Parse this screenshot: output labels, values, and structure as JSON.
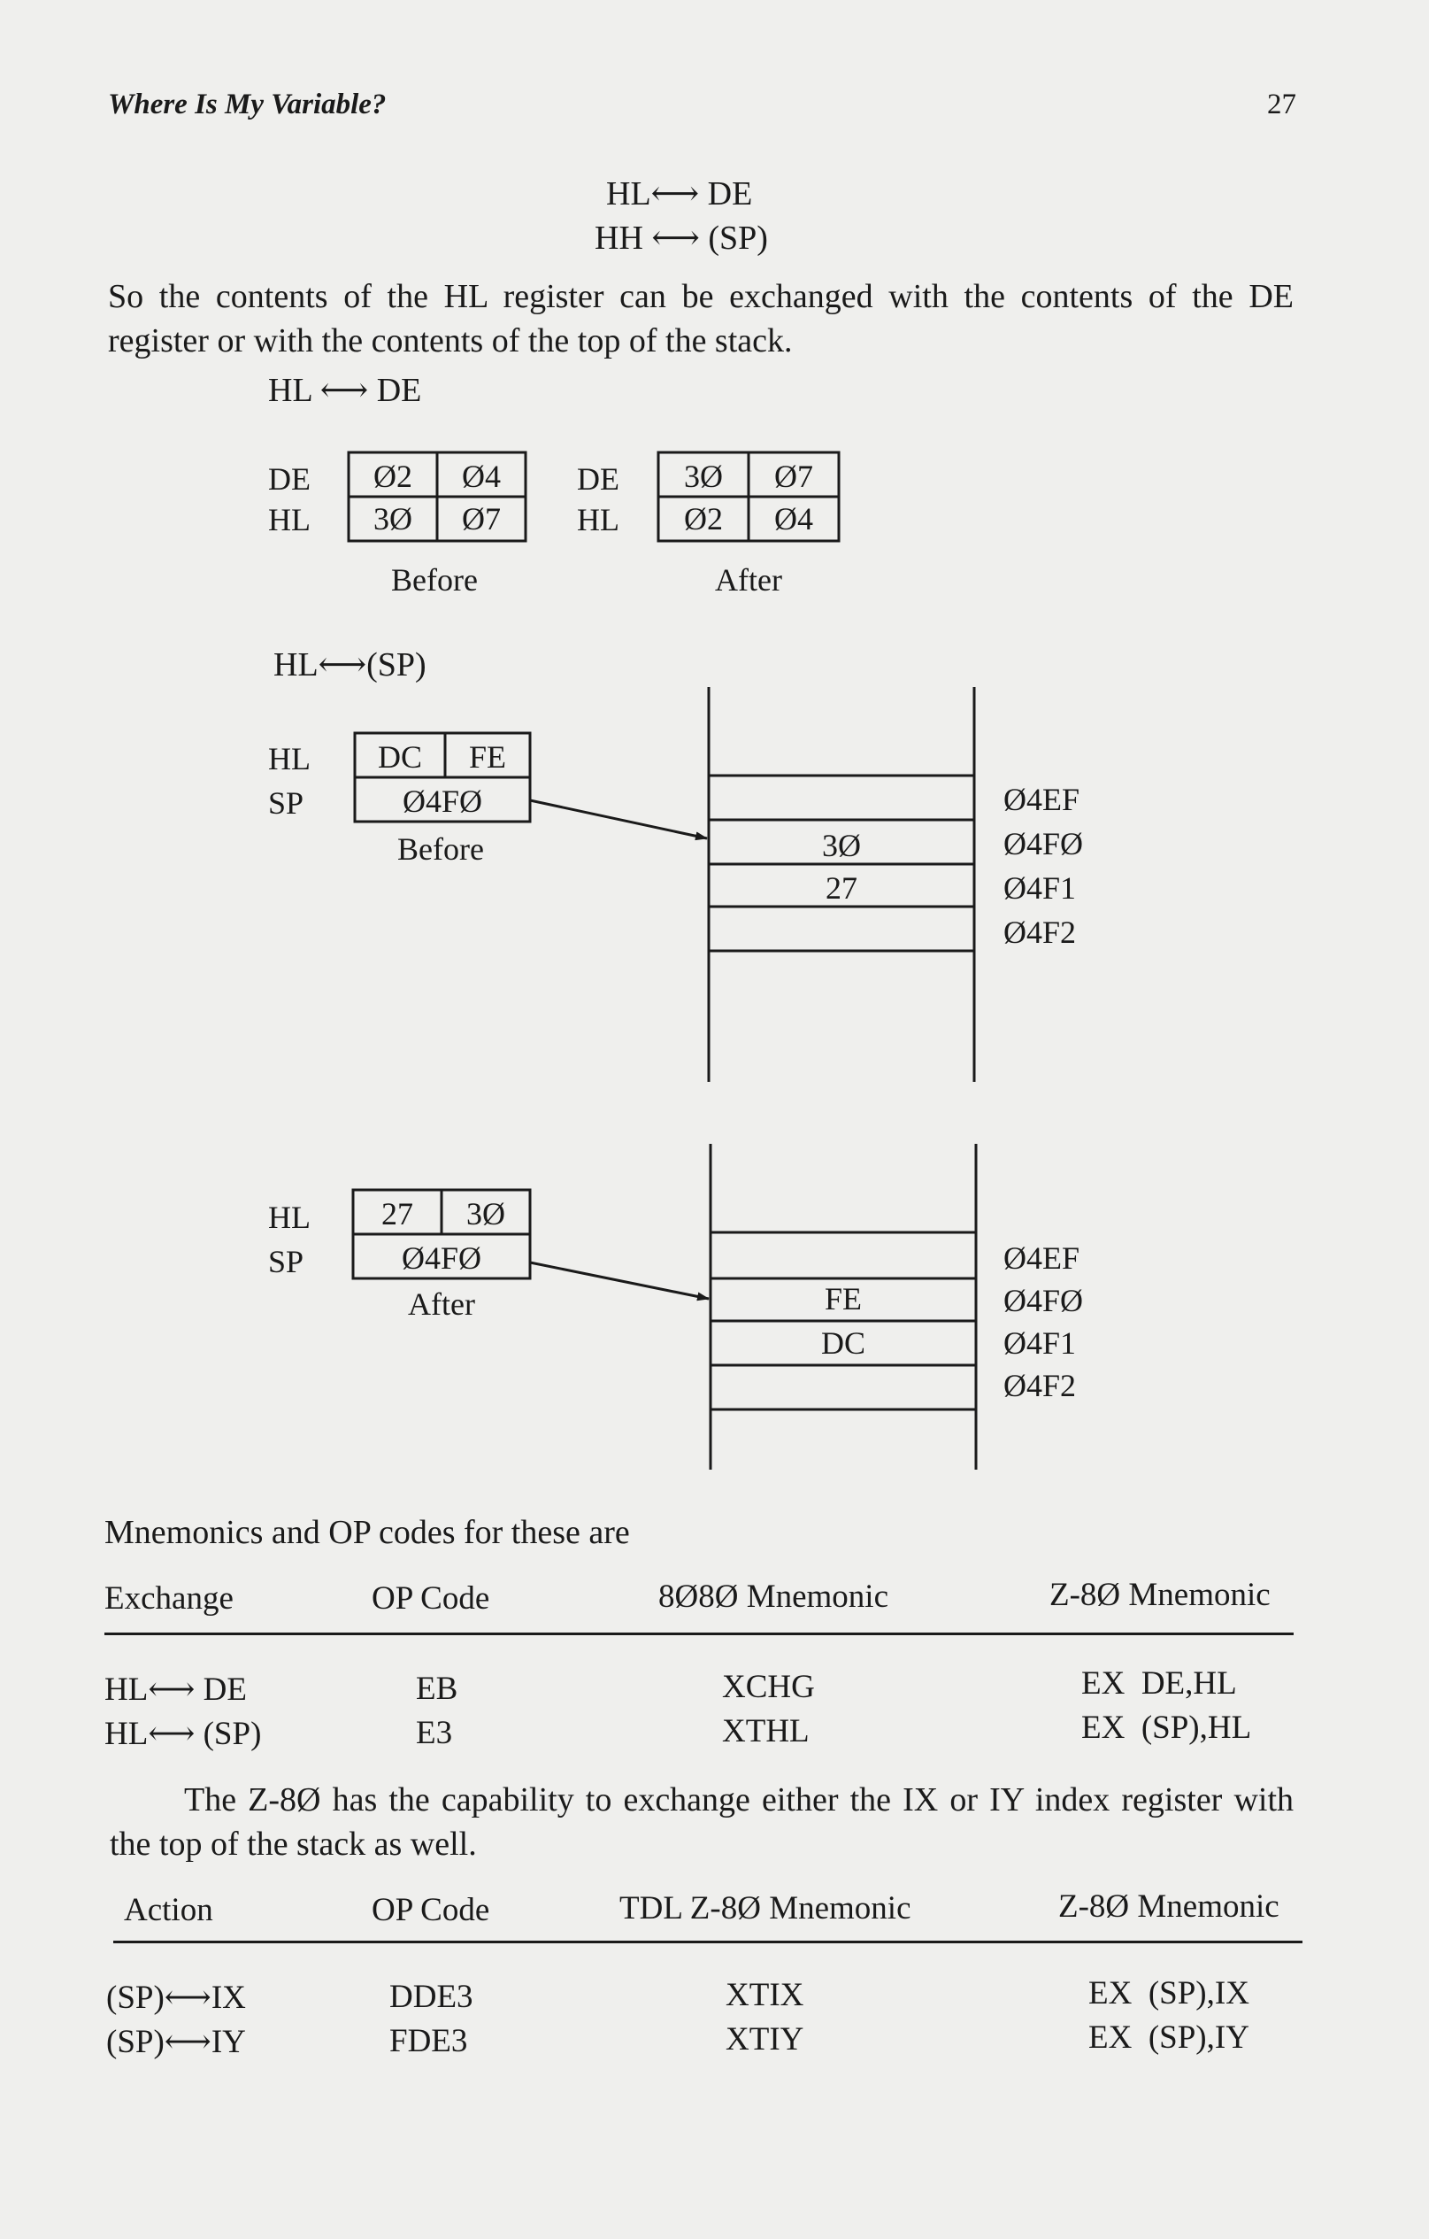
{
  "header": {
    "title": "Where Is My Variable?",
    "page_number": "27"
  },
  "intro_eqs": [
    "HL⟷ DE",
    "HH ⟷ (SP)"
  ],
  "paragraph1": "So the contents of the HL register can be exchanged with the contents of the DE register or with the contents of the top of the stack.",
  "exchange1": {
    "title": "HL ⟷ DE",
    "before": {
      "labels": [
        "DE",
        "HL"
      ],
      "cells": [
        [
          "Ø2",
          "Ø4"
        ],
        [
          "3Ø",
          "Ø7"
        ]
      ],
      "caption": "Before"
    },
    "after": {
      "labels": [
        "DE",
        "HL"
      ],
      "cells": [
        [
          "3Ø",
          "Ø7"
        ],
        [
          "Ø2",
          "Ø4"
        ]
      ],
      "caption": "After"
    }
  },
  "exchange2": {
    "title": "HL⟷(SP)",
    "before": {
      "labels": [
        "HL",
        "SP"
      ],
      "hl": [
        "DC",
        "FE"
      ],
      "sp": "Ø4FØ",
      "caption": "Before",
      "stack": [
        "",
        "3Ø",
        "27",
        ""
      ],
      "addresses": [
        "Ø4EF",
        "Ø4FØ",
        "Ø4F1",
        "Ø4F2"
      ]
    },
    "after": {
      "labels": [
        "HL",
        "SP"
      ],
      "hl": [
        "27",
        "3Ø"
      ],
      "sp": "Ø4FØ",
      "caption": "After",
      "stack": [
        "",
        "FE",
        "DC",
        ""
      ],
      "addresses": [
        "Ø4EF",
        "Ø4FØ",
        "Ø4F1",
        "Ø4F2"
      ]
    }
  },
  "paragraph2": "Mnemonics and OP codes for these are",
  "table1": {
    "headers": [
      "Exchange",
      "OP Code",
      "8Ø8Ø Mnemonic",
      "Z-8Ø Mnemonic"
    ],
    "rows": [
      [
        "HL⟷ DE",
        "EB",
        "XCHG",
        "EX  DE,HL"
      ],
      [
        "HL⟷ (SP)",
        "E3",
        "XTHL",
        "EX  (SP),HL"
      ]
    ]
  },
  "paragraph3": "The Z-8Ø has the capability to exchange either the IX or IY index register with the top of the stack as well.",
  "table2": {
    "headers": [
      "Action",
      "OP Code",
      "TDL Z-8Ø Mnemonic",
      "Z-8Ø Mnemonic"
    ],
    "rows": [
      [
        "(SP)⟷IX",
        "DDE3",
        "XTIX",
        "EX  (SP),IX"
      ],
      [
        "(SP)⟷IY",
        "FDE3",
        "XTIY",
        "EX  (SP),IY"
      ]
    ]
  }
}
